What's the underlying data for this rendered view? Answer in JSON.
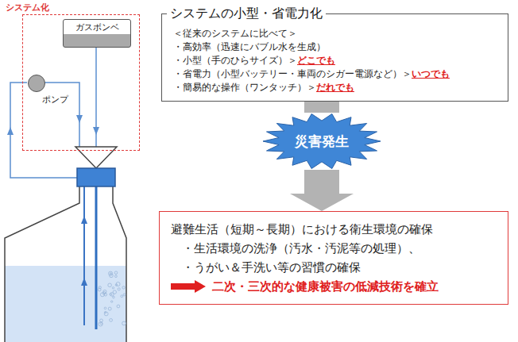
{
  "diagram": {
    "nodes": [
      {
        "text": [
          "システム化"
        ]
      },
      {
        "text": [
          "ガスボンベ"
        ],
        "in": 0
      },
      {
        "text": [
          "ポンプ"
        ],
        "in": 0
      },
      {
        "text": [
          "システムの小型・省電力化",
          "＜従来のシステムに比べて＞",
          "・高効率（迅速にバブル水を生成）",
          "・小型（手のひらサイズ）＞",
          "どこでも",
          "・省電力（小型バッテリー・車両のシガー電源など）＞",
          "いつでも",
          "・簡易的な操作（ワンタッチ）＞",
          "だれでも"
        ]
      },
      {
        "text": [
          "災害発生"
        ]
      },
      {
        "text": [
          "避難生活（短期～長期）における衛生環境の確保",
          "・生活環境の洗浄（汚水・汚泥等の処理）、",
          "・うがい＆手洗い等の習慣の確保",
          "二次・三次的な健康被害の低減技術を確立"
        ]
      }
    ],
    "edges": [
      {
        "from": 3,
        "to": 4,
        "arrow": "none"
      },
      {
        "from": 4,
        "to": 5,
        "arrow": "to"
      }
    ]
  }
}
